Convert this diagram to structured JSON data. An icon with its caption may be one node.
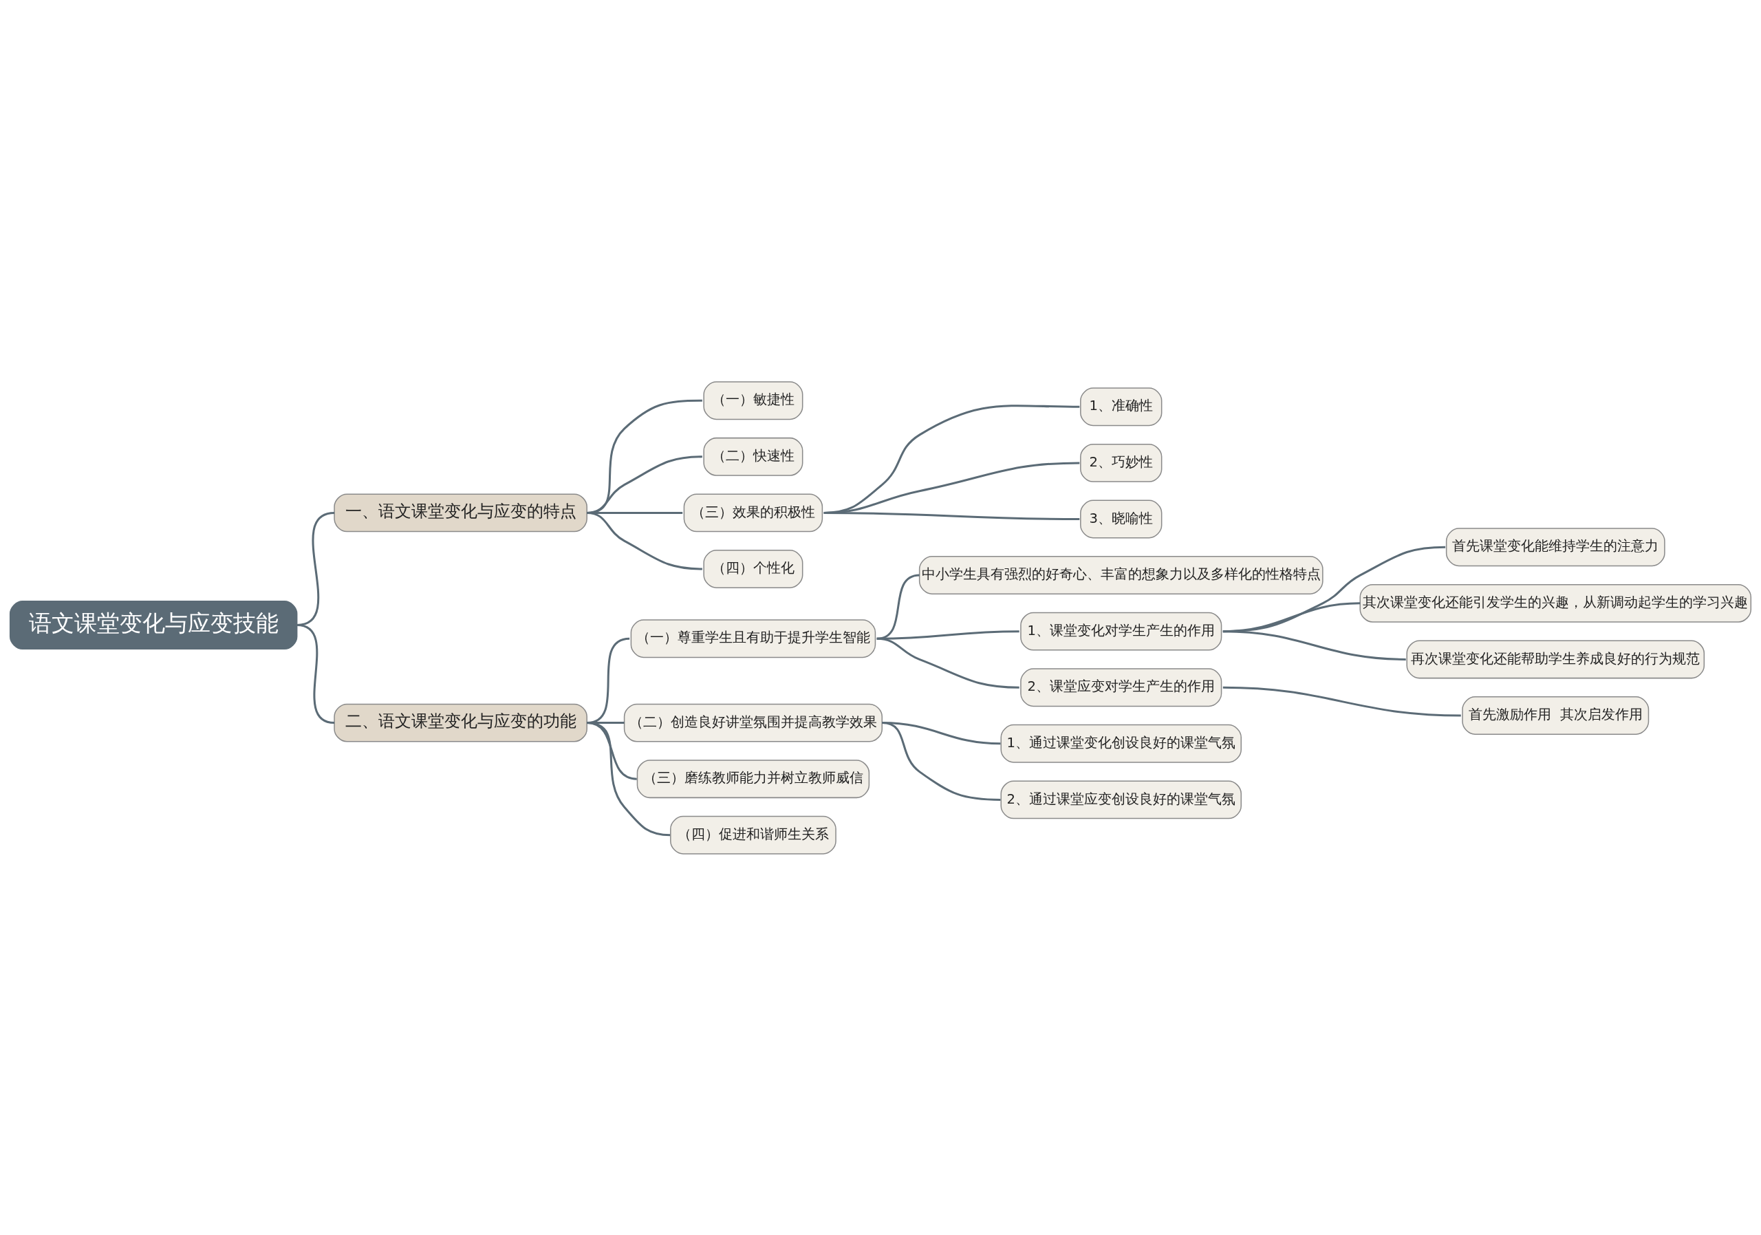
{
  "diagram": {
    "nodes": [
      {
        "text": [
          "语文课堂变化与应变技能"
        ]
      },
      {
        "text": [
          "一、语文课堂变化与应变的特点"
        ]
      },
      {
        "text": [
          "（一）敏捷性"
        ]
      },
      {
        "text": [
          "（二）快速性"
        ]
      },
      {
        "text": [
          "（三）效果的积极性"
        ]
      },
      {
        "text": [
          "1、准确性"
        ]
      },
      {
        "text": [
          "2、巧妙性"
        ]
      },
      {
        "text": [
          "3、晓喻性"
        ]
      },
      {
        "text": [
          "（四）个性化"
        ]
      },
      {
        "text": [
          "二、语文课堂变化与应变的功能"
        ]
      },
      {
        "text": [
          "（一）尊重学生且有助于提升学生智能"
        ]
      },
      {
        "text": [
          "中小学生具有强烈的好奇心、丰富的想象力以及多样化的性格特点"
        ]
      },
      {
        "text": [
          "1、课堂变化对学生产生的作用"
        ]
      },
      {
        "text": [
          "首先课堂变化能维持学生的注意力"
        ]
      },
      {
        "text": [
          "其次课堂变化还能引发学生的兴趣，从新调动起学生的学习兴趣"
        ]
      },
      {
        "text": [
          "再次课堂变化还能帮助学生养成良好的行为规范"
        ]
      },
      {
        "text": [
          "2、课堂应变对学生产生的作用"
        ]
      },
      {
        "text": [
          "首先激励作用  其次启发作用"
        ]
      },
      {
        "text": [
          "（二）创造良好讲堂氛围并提高教学效果"
        ]
      },
      {
        "text": [
          "1、通过课堂变化创设良好的课堂气氛"
        ]
      },
      {
        "text": [
          "2、通过课堂应变创设良好的课堂气氛"
        ]
      },
      {
        "text": [
          "（三）磨练教师能力并树立教师威信"
        ]
      },
      {
        "text": [
          "（四）促进和谐师生关系"
        ]
      }
    ],
    "edges": [
      {
        "from": 0,
        "to": 1,
        "arrow": "none"
      },
      {
        "from": 1,
        "to": 2,
        "arrow": "none"
      },
      {
        "from": 1,
        "to": 3,
        "arrow": "none"
      },
      {
        "from": 1,
        "to": 4,
        "arrow": "none"
      },
      {
        "from": 4,
        "to": 5,
        "arrow": "none"
      },
      {
        "from": 4,
        "to": 6,
        "arrow": "none"
      },
      {
        "from": 4,
        "to": 7,
        "arrow": "none"
      },
      {
        "from": 1,
        "to": 8,
        "arrow": "none"
      },
      {
        "from": 0,
        "to": 9,
        "arrow": "none"
      },
      {
        "from": 9,
        "to": 10,
        "arrow": "none"
      },
      {
        "from": 10,
        "to": 11,
        "arrow": "none"
      },
      {
        "from": 10,
        "to": 12,
        "arrow": "none"
      },
      {
        "from": 12,
        "to": 13,
        "arrow": "none"
      },
      {
        "from": 12,
        "to": 14,
        "arrow": "none"
      },
      {
        "from": 12,
        "to": 15,
        "arrow": "none"
      },
      {
        "from": 10,
        "to": 16,
        "arrow": "none"
      },
      {
        "from": 16,
        "to": 17,
        "arrow": "none"
      },
      {
        "from": 9,
        "to": 18,
        "arrow": "none"
      },
      {
        "from": 18,
        "to": 19,
        "arrow": "none"
      },
      {
        "from": 18,
        "to": 20,
        "arrow": "none"
      },
      {
        "from": 9,
        "to": 21,
        "arrow": "none"
      },
      {
        "from": 9,
        "to": 22,
        "arrow": "none"
      }
    ]
  }
}
